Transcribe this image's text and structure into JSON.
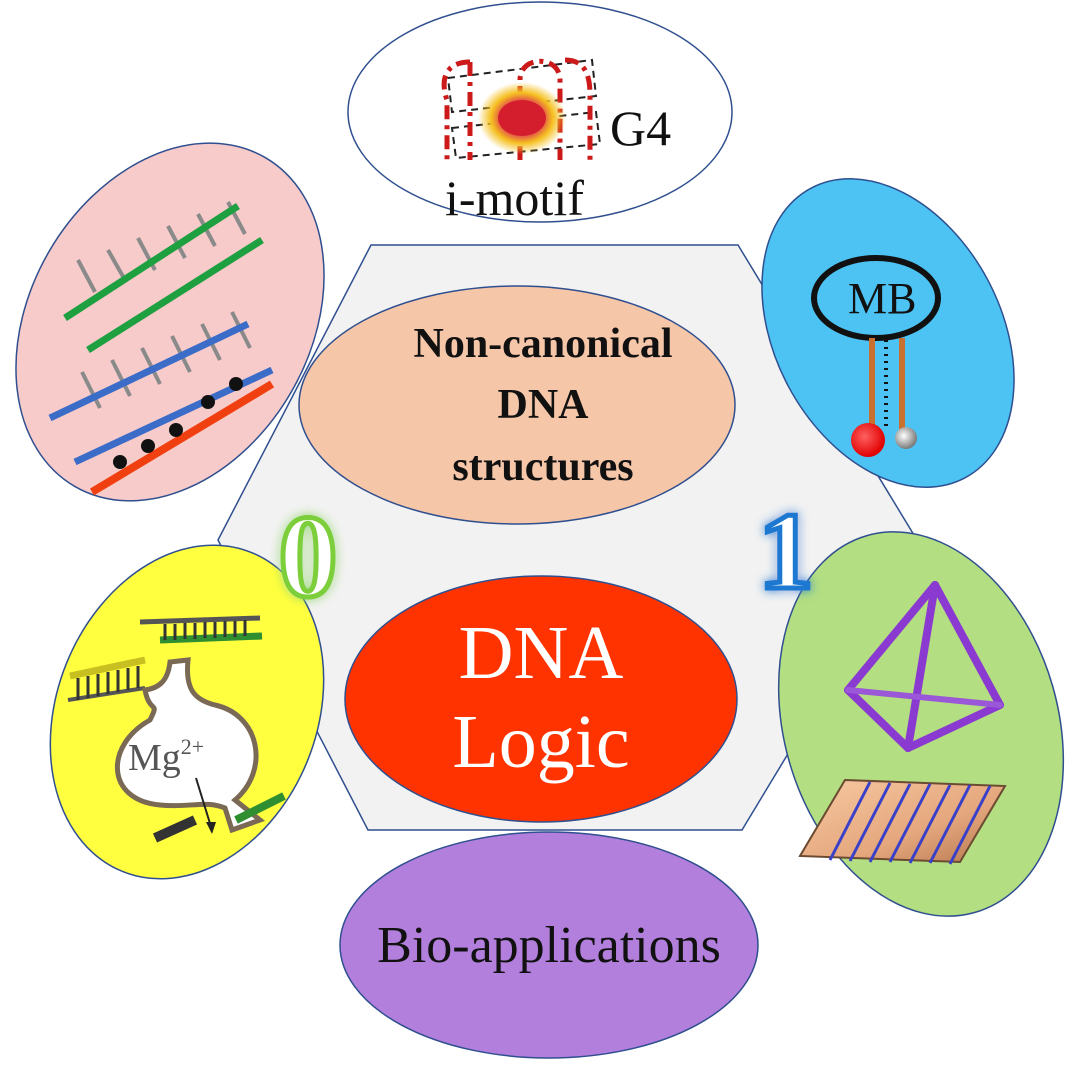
{
  "labels": {
    "g4": "G4",
    "imotif": "i-motif",
    "mb": "MB",
    "mg": "Mg",
    "mg_charge": "2+",
    "non_canonical_line1": "Non-canonical",
    "non_canonical_line2": "DNA",
    "non_canonical_line3": "structures",
    "digit_zero": "0",
    "digit_one": "1",
    "dna_logic_line1": "DNA",
    "dna_logic_line2": "Logic",
    "bio_applications": "Bio-applications"
  },
  "colors": {
    "hexagon_fill": "#f2f2f2",
    "outline_blue": "#2f4f8f",
    "non_canonical_fill": "#f6c6a8",
    "dna_logic_fill": "#ff3300",
    "bio_fill": "#b27fdc",
    "pink_fill": "#f8cbcb",
    "blue_fill": "#4dc3f3",
    "yellow_fill": "#ffff40",
    "green_fill": "#b3de82",
    "zero_color": "#ffffff",
    "zero_glow": "#7ccf3a",
    "one_color": "#ffffff",
    "one_glow": "#1f78d1"
  }
}
